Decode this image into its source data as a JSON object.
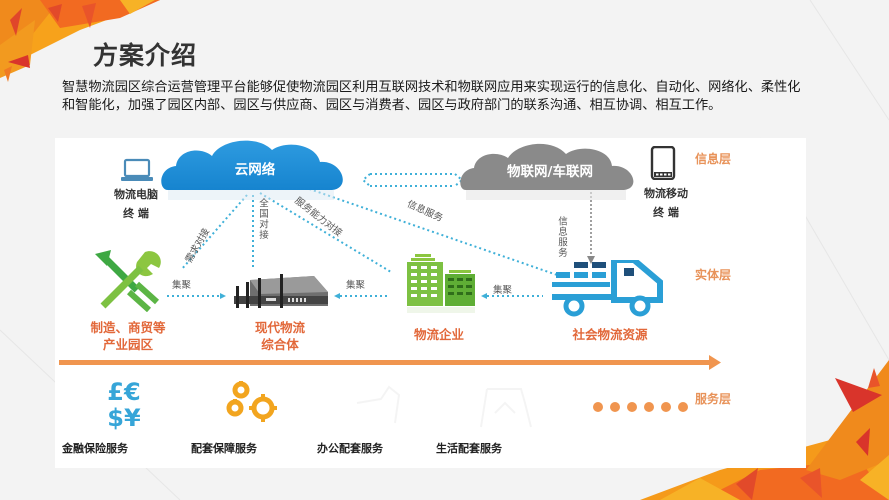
{
  "header": {
    "title": "方案介绍",
    "intro": "智慧物流园区综合运营管理平台能够促使物流园区利用互联网技术和物联网应用来实现运行的信息化、自动化、网络化、柔性化和智能化，加强了园区内部、园区与供应商、园区与消费者、园区与政府部门的联系沟通、相互协调、相互工作。"
  },
  "diagram": {
    "layers": {
      "info": "信息层",
      "entity": "实体层",
      "service": "服务层"
    },
    "clouds": {
      "cloud_network": "云网络",
      "iot_network": "物联网/车联网"
    },
    "devices": {
      "pc": {
        "line1": "物流电脑",
        "line2": "终  端"
      },
      "mobile": {
        "line1": "物流移动",
        "line2": "终  端"
      }
    },
    "connectors": {
      "demand_link": "需求对接",
      "national_link": "全国对接",
      "service_capability_link": "服务能力对接",
      "info_service_diag": "信息服务",
      "info_service_vert": "信息服务",
      "gather_1": "集聚",
      "gather_2": "集聚",
      "gather_3": "集聚"
    },
    "entities": [
      {
        "name_line1": "制造、商贸等",
        "name_line2": "产业园区",
        "icon": "wrench-arrow-icon"
      },
      {
        "name_line1": "现代物流",
        "name_line2": "综合体",
        "icon": "building-complex-icon"
      },
      {
        "name_line1": "物流企业",
        "name_line2": "",
        "icon": "office-buildings-icon"
      },
      {
        "name_line1": "社会物流资源",
        "name_line2": "",
        "icon": "truck-icon"
      }
    ],
    "services": [
      {
        "label": "金融保险服务",
        "icon": "currency-icon"
      },
      {
        "label": "配套保障服务",
        "icon": "gears-icon"
      },
      {
        "label": "办公配套服务",
        "icon": "office-icon"
      },
      {
        "label": "生活配套服务",
        "icon": "life-icon"
      }
    ],
    "colors": {
      "cloud_blue": "#1e8fd6",
      "cloud_gray": "#8a8a8a",
      "accent_orange": "#e2683a",
      "layer_label": "#e8935a",
      "green": "#7dc142",
      "truck_blue": "#2a9fd6",
      "dotted_line": "#3fb0d8"
    }
  }
}
